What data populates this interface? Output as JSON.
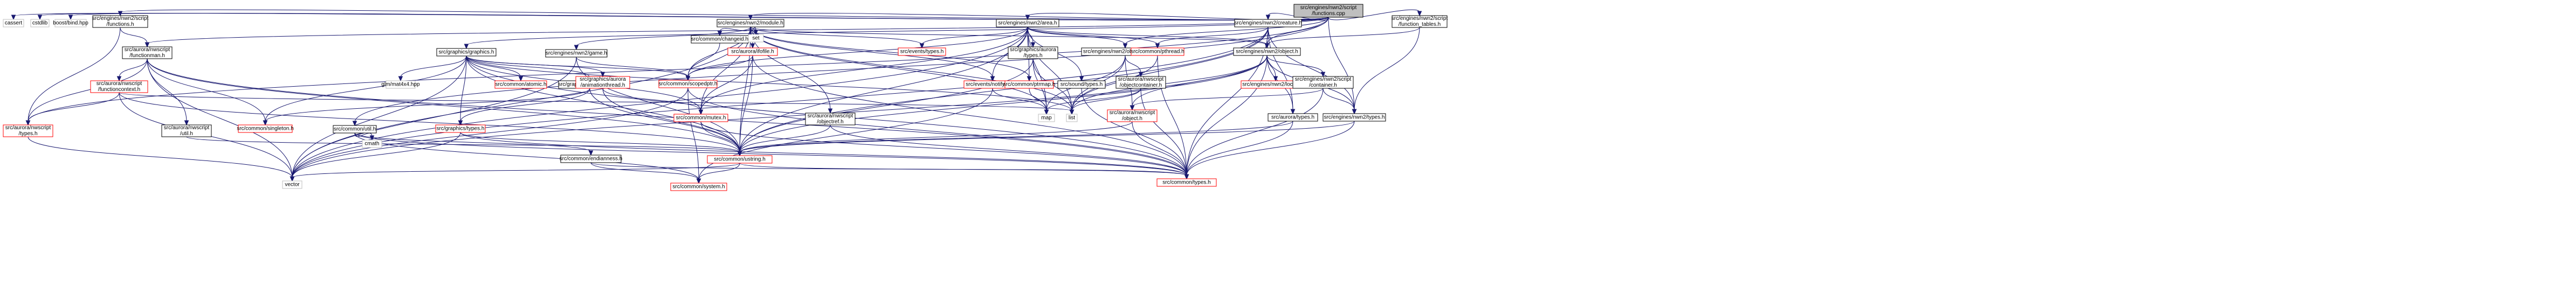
{
  "colors": {
    "root_fill": "#bfbfbf",
    "root_border": "#000000",
    "documented_border": "#000000",
    "missing_border": "#ff0000",
    "system_border": "#bfbfbf",
    "node_fill": "#ffffff",
    "edge": "#191970",
    "text": "#000000"
  },
  "nodes": [
    {
      "id": "root",
      "kind": "root",
      "lines": [
        "src/engines/nwn2/script",
        "/functions.cpp"
      ]
    },
    {
      "id": "cassert",
      "kind": "system",
      "lines": [
        "cassert"
      ]
    },
    {
      "id": "cstdlib",
      "kind": "system",
      "lines": [
        "cstdlib"
      ]
    },
    {
      "id": "boostbind",
      "kind": "system",
      "lines": [
        "boost/bind.hpp"
      ]
    },
    {
      "id": "nwn2functions",
      "kind": "documented",
      "lines": [
        "src/engines/nwn2/script",
        "/functions.h"
      ]
    },
    {
      "id": "functionman",
      "kind": "documented",
      "lines": [
        "src/aurora/nwscript",
        "/functionman.h"
      ]
    },
    {
      "id": "functioncontext",
      "kind": "missing",
      "lines": [
        "src/aurora/nwscript",
        "/functioncontext.h"
      ]
    },
    {
      "id": "nwtypes",
      "kind": "missing",
      "lines": [
        "src/aurora/nwscript",
        "/types.h"
      ]
    },
    {
      "id": "nwutil",
      "kind": "documented",
      "lines": [
        "src/aurora/nwscript",
        "/util.h"
      ]
    },
    {
      "id": "graphicsh",
      "kind": "documented",
      "lines": [
        "src/graphics/graphics.h"
      ]
    },
    {
      "id": "glm",
      "kind": "system",
      "lines": [
        "glm/mat4x4.hpp"
      ]
    },
    {
      "id": "windowman",
      "kind": "documented",
      "lines": [
        "src/graphics/windowman.h"
      ]
    },
    {
      "id": "atomic",
      "kind": "missing",
      "lines": [
        "src/common/atomic.h"
      ]
    },
    {
      "id": "animthread",
      "kind": "missing",
      "lines": [
        "src/graphics/aurora",
        "/animationthread.h"
      ]
    },
    {
      "id": "singleton",
      "kind": "missing",
      "lines": [
        "src/common/singleton.h"
      ]
    },
    {
      "id": "graphicstypes",
      "kind": "missing",
      "lines": [
        "src/graphics/types.h"
      ]
    },
    {
      "id": "ustring",
      "kind": "missing",
      "lines": [
        "src/common/ustring.h"
      ]
    },
    {
      "id": "utilh",
      "kind": "documented",
      "lines": [
        "src/common/util.h"
      ]
    },
    {
      "id": "cmath",
      "kind": "system",
      "lines": [
        "cmath"
      ]
    },
    {
      "id": "endianness",
      "kind": "documented",
      "lines": [
        "src/common/endianness.h"
      ]
    },
    {
      "id": "vector",
      "kind": "system",
      "lines": [
        "vector"
      ]
    },
    {
      "id": "systemh",
      "kind": "missing",
      "lines": [
        "src/common/system.h"
      ]
    },
    {
      "id": "commontypes",
      "kind": "missing",
      "lines": [
        "src/common/types.h"
      ]
    },
    {
      "id": "module",
      "kind": "documented",
      "lines": [
        "src/engines/nwn2/module.h"
      ]
    },
    {
      "id": "changeid",
      "kind": "documented",
      "lines": [
        "src/common/changeid.h"
      ]
    },
    {
      "id": "set",
      "kind": "system",
      "lines": [
        "set"
      ]
    },
    {
      "id": "nwn2game",
      "kind": "documented",
      "lines": [
        "src/engines/nwn2/game.h"
      ]
    },
    {
      "id": "scopedptr",
      "kind": "missing",
      "lines": [
        "src/common/scopedptr.h"
      ]
    },
    {
      "id": "mutex",
      "kind": "missing",
      "lines": [
        "src/common/mutex.h"
      ]
    },
    {
      "id": "ifofile",
      "kind": "missing",
      "lines": [
        "src/aurora/ifofile.h"
      ]
    },
    {
      "id": "objectref",
      "kind": "documented",
      "lines": [
        "src/aurora/nwscript",
        "/objectref.h"
      ]
    },
    {
      "id": "eventstypes",
      "kind": "missing",
      "lines": [
        "src/events/types.h"
      ]
    },
    {
      "id": "notifyable",
      "kind": "missing",
      "lines": [
        "src/events/notifyable.h"
      ]
    },
    {
      "id": "ptrmap",
      "kind": "missing",
      "lines": [
        "src/common/ptrmap.h"
      ]
    },
    {
      "id": "map",
      "kind": "system",
      "lines": [
        "map"
      ]
    },
    {
      "id": "area",
      "kind": "documented",
      "lines": [
        "src/engines/nwn2/area.h"
      ]
    },
    {
      "id": "gfxaurtypes",
      "kind": "documented",
      "lines": [
        "src/graphics/aurora",
        "/types.h"
      ]
    },
    {
      "id": "soundtypes",
      "kind": "documented",
      "lines": [
        "src/sound/types.h"
      ]
    },
    {
      "id": "objectcontainerh",
      "kind": "documented",
      "lines": [
        "src/engines/nwn2/objectcontainer.h"
      ]
    },
    {
      "id": "nwobjcontainer",
      "kind": "documented",
      "lines": [
        "src/aurora/nwscript",
        "/objectcontainer.h"
      ]
    },
    {
      "id": "nwobject",
      "kind": "missing",
      "lines": [
        "src/aurora/nwscript",
        "/object.h"
      ]
    },
    {
      "id": "list",
      "kind": "system",
      "lines": [
        "list"
      ]
    },
    {
      "id": "aurtypes",
      "kind": "documented",
      "lines": [
        "src/aurora/types.h"
      ]
    },
    {
      "id": "pthreadh",
      "kind": "missing",
      "lines": [
        "src/common/pthread.h"
      ]
    },
    {
      "id": "creature",
      "kind": "documented",
      "lines": [
        "src/engines/nwn2/creature.h"
      ]
    },
    {
      "id": "nwn2object",
      "kind": "documented",
      "lines": [
        "src/engines/nwn2/object.h"
      ]
    },
    {
      "id": "location",
      "kind": "missing",
      "lines": [
        "src/engines/nwn2/location.h"
      ]
    },
    {
      "id": "nwn2scriptcontainer",
      "kind": "documented",
      "lines": [
        "src/engines/nwn2/script",
        "/container.h"
      ]
    },
    {
      "id": "nwn2types",
      "kind": "documented",
      "lines": [
        "src/engines/nwn2/types.h"
      ]
    },
    {
      "id": "functiontables",
      "kind": "documented",
      "lines": [
        "src/engines/nwn2/script",
        "/function_tables.h"
      ]
    }
  ]
}
